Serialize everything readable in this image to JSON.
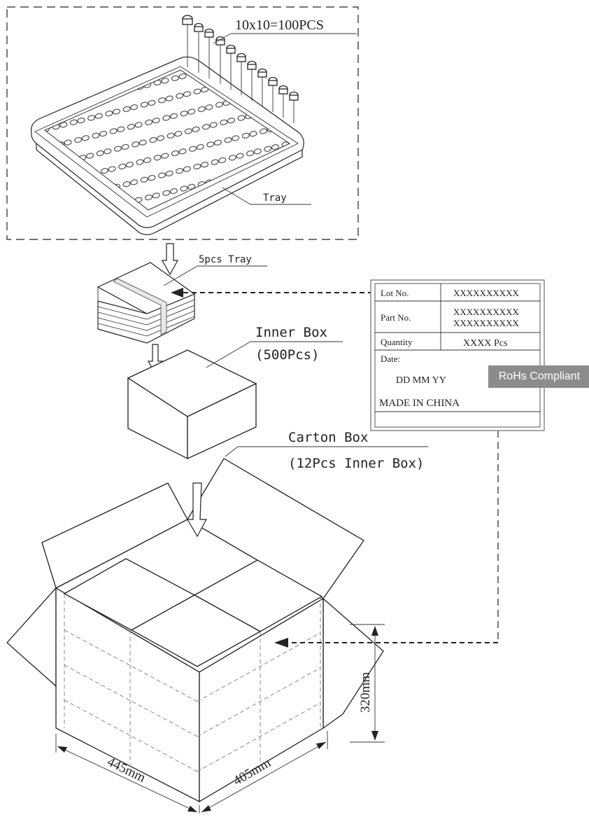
{
  "tray_section": {
    "count_label": "10x10=100PCS",
    "tray_label": "Tray"
  },
  "stack_label": "5pcs Tray",
  "inner_box": {
    "title": "Inner Box",
    "qty": "(500Pcs)"
  },
  "carton_box": {
    "title": "Carton Box",
    "qty": "(12Pcs Inner Box)"
  },
  "dimensions": {
    "length": "445mm",
    "width": "405mm",
    "height": "320mm"
  },
  "label_card": {
    "lot_label": "Lot No.",
    "lot_value": "XXXXXXXXXX",
    "part_label": "Part No.",
    "part_value_1": "XXXXXXXXXX",
    "part_value_2": "XXXXXXXXXX",
    "qty_label": "Quantity",
    "qty_value": "XXXX  Pcs",
    "date_label": "Date:",
    "date_format": "DD  MM  YY",
    "origin": "MADE IN CHINA",
    "rohs": "RoHs Compliant"
  }
}
